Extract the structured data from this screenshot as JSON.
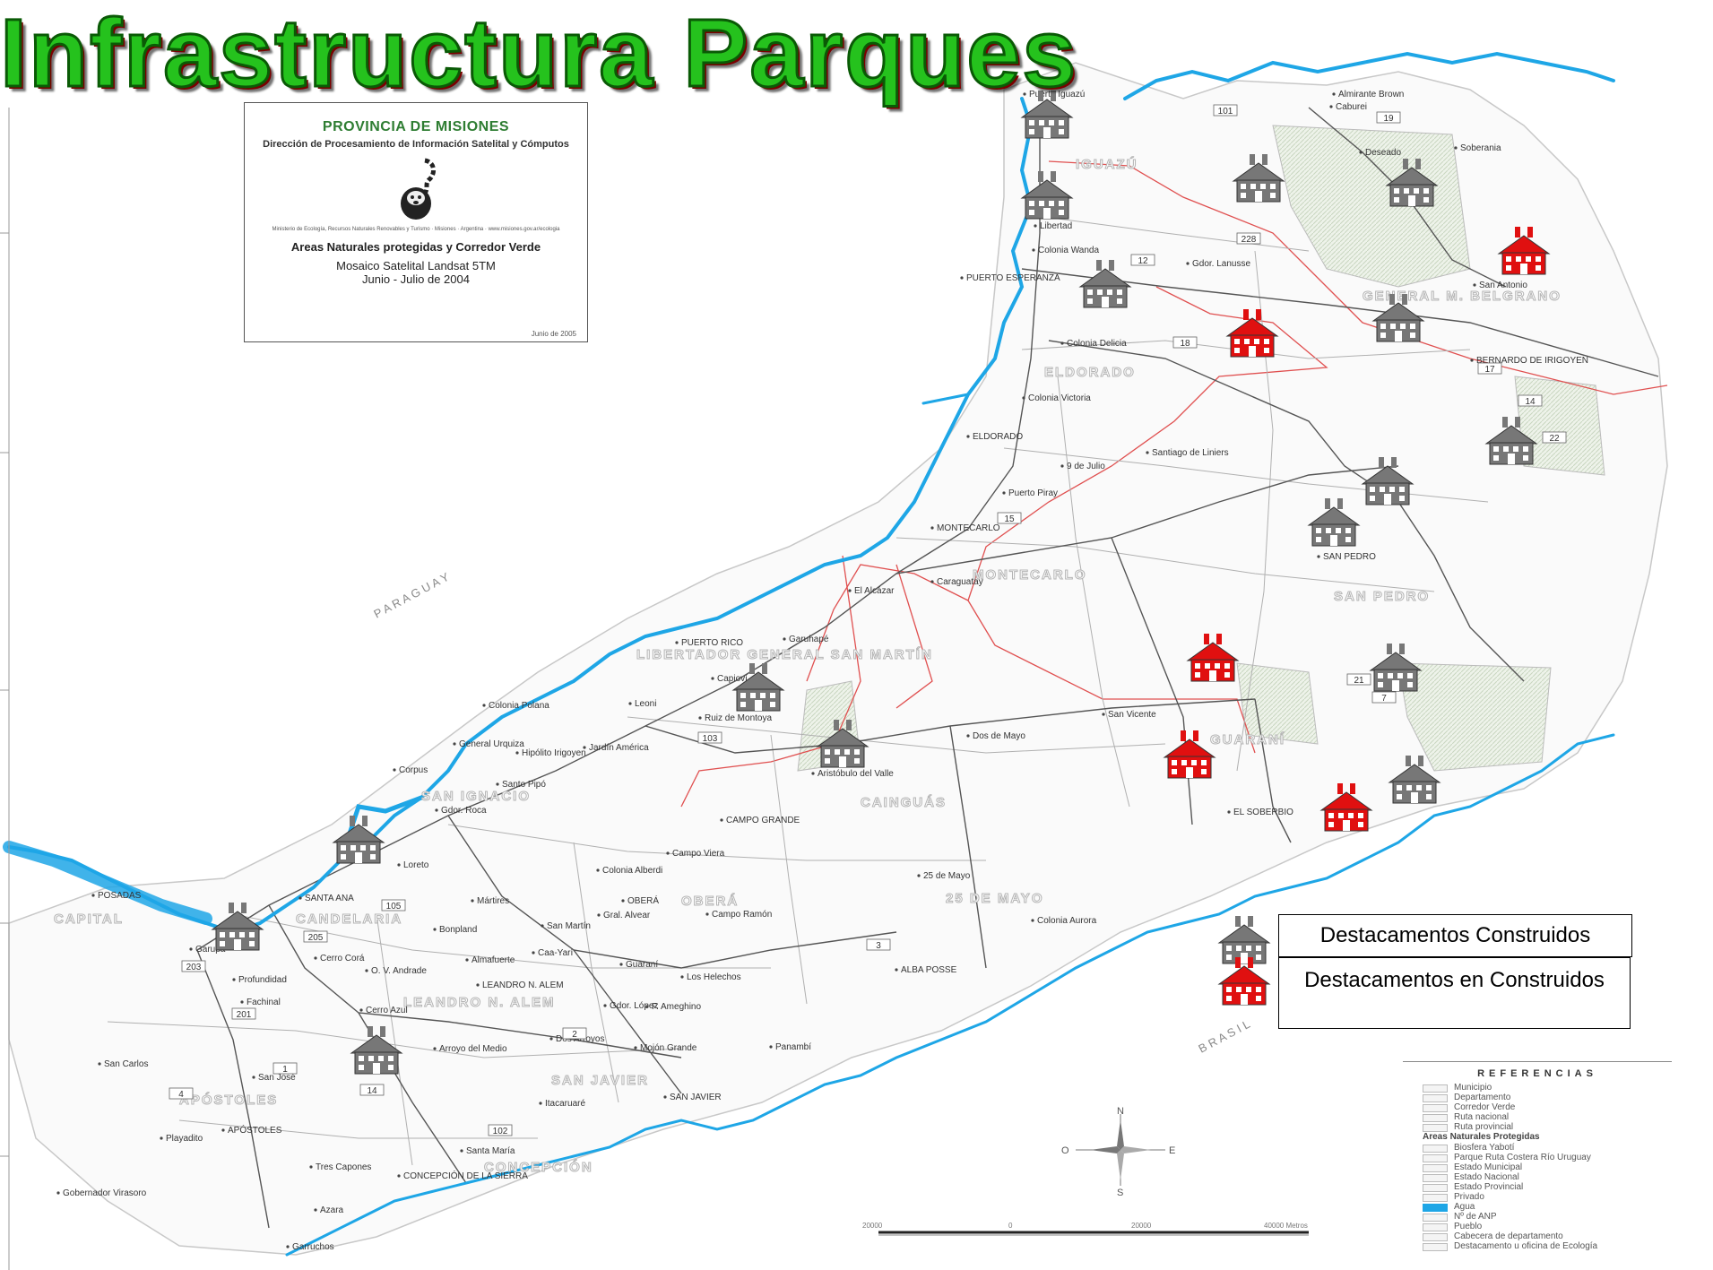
{
  "title": "Infrastructura Parques",
  "infobox": {
    "province": "PROVINCIA DE MISIONES",
    "direction": "Dirección de Procesamiento de Información Satelital y Cómputos",
    "ministry": "Ministerio de Ecología, Recursos Naturales Renovables y Turismo · Misiones · Argentina · www.misiones.gov.ar/ecologia",
    "areas": "Areas Naturales protegidas y Corredor Verde",
    "mosaic": "Mosaico Satelital Landsat 5TM",
    "period": "Junio - Julio de 2004",
    "date": "Junio de 2005"
  },
  "legend": {
    "built": "Destacamentos Construidos",
    "in_construction": "Destacamentos en Construidos"
  },
  "references": {
    "title": "REFERENCIAS",
    "items": [
      "Municipio",
      "Departamento",
      "Corredor Verde",
      "Ruta nacional",
      "Ruta provincial"
    ],
    "protected_header": "Areas Naturales Protegidas",
    "protected": [
      "Biosfera Yabotí",
      "Parque Ruta Costera Río Uruguay",
      "Estado Municipal",
      "Estado Nacional",
      "Estado Provincial",
      "Privado"
    ],
    "others": [
      "Agua",
      "Nº de ANP",
      "Pueblo",
      "Cabecera de departamento",
      "Destacamento u oficina de Ecología"
    ]
  },
  "compass": {
    "n": "N",
    "s": "S",
    "e": "E",
    "o": "O"
  },
  "scale": {
    "labels": [
      "20000",
      "0",
      "20000",
      "40000 Metros"
    ]
  },
  "country_labels": {
    "paraguay": "P A R A G U A Y",
    "brasil": "B R A S I L"
  },
  "towns": [
    {
      "name": "Puerto Iguazú"
    },
    {
      "name": "Libertad"
    },
    {
      "name": "Colonia Wanda"
    },
    {
      "name": "PUERTO ESPERANZA"
    },
    {
      "name": "Colonia Delicia"
    },
    {
      "name": "Colonia Victoria"
    },
    {
      "name": "ELDORADO"
    },
    {
      "name": "9 de Julio"
    },
    {
      "name": "Santiago de Liniers"
    },
    {
      "name": "Puerto Piray"
    },
    {
      "name": "MONTECARLO"
    },
    {
      "name": "Caraguatay"
    },
    {
      "name": "El Alcázar"
    },
    {
      "name": "PUERTO RICO"
    },
    {
      "name": "Garuhapé"
    },
    {
      "name": "Capioví"
    },
    {
      "name": "Ruiz de Montoya"
    },
    {
      "name": "Colonia Polana"
    },
    {
      "name": "Leoni"
    },
    {
      "name": "General Urquiza"
    },
    {
      "name": "Hipólito Irigoyen"
    },
    {
      "name": "Jardín América"
    },
    {
      "name": "Corpus"
    },
    {
      "name": "Santo Pipó"
    },
    {
      "name": "Aristóbulo del Valle"
    },
    {
      "name": "Dos de Mayo"
    },
    {
      "name": "San Vicente"
    },
    {
      "name": "CAMPO GRANDE"
    },
    {
      "name": "Gdor. Roca"
    },
    {
      "name": "Loreto"
    },
    {
      "name": "Campo Viera"
    },
    {
      "name": "Colonia Alberdi"
    },
    {
      "name": "POSADAS"
    },
    {
      "name": "SANTA ANA"
    },
    {
      "name": "Mártires"
    },
    {
      "name": "OBERÁ"
    },
    {
      "name": "Gral. Alvear"
    },
    {
      "name": "Campo Ramón"
    },
    {
      "name": "Garupá"
    },
    {
      "name": "Bonpland"
    },
    {
      "name": "San Martín"
    },
    {
      "name": "Cerro Corá"
    },
    {
      "name": "Caa-Yarí"
    },
    {
      "name": "Almafuerte"
    },
    {
      "name": "Guaraní"
    },
    {
      "name": "Los Helechos"
    },
    {
      "name": "Profundidad"
    },
    {
      "name": "O. V. Andrade"
    },
    {
      "name": "LEANDRO N. ALEM"
    },
    {
      "name": "Fachinal"
    },
    {
      "name": "Cerro Azul"
    },
    {
      "name": "Gdor. López"
    },
    {
      "name": "F. Ameghino"
    },
    {
      "name": "Arroyo del Medio"
    },
    {
      "name": "Dos Arroyos"
    },
    {
      "name": "Mojón Grande"
    },
    {
      "name": "Panambí"
    },
    {
      "name": "San Carlos"
    },
    {
      "name": "San José"
    },
    {
      "name": "SAN JAVIER"
    },
    {
      "name": "Itacaruaré"
    },
    {
      "name": "APÓSTOLES"
    },
    {
      "name": "Playadito"
    },
    {
      "name": "Santa María"
    },
    {
      "name": "Tres Capones"
    },
    {
      "name": "CONCEPCIÓN DE LA SIERRA"
    },
    {
      "name": "Gobernador Virasoro"
    },
    {
      "name": "Azara"
    },
    {
      "name": "Garruchos"
    },
    {
      "name": "ALBA POSSE"
    },
    {
      "name": "25 de Mayo"
    },
    {
      "name": "Colonia Aurora"
    },
    {
      "name": "EL SOBERBIO"
    },
    {
      "name": "SAN PEDRO"
    },
    {
      "name": "BERNARDO DE IRIGOYEN"
    },
    {
      "name": "San Antonio"
    },
    {
      "name": "Almirante Brown"
    },
    {
      "name": "Caburei"
    },
    {
      "name": "Deseado"
    },
    {
      "name": "Soberania"
    },
    {
      "name": "Gdor. Lanusse"
    }
  ],
  "departments": [
    {
      "name": "IGUAZÚ"
    },
    {
      "name": "GENERAL M. BELGRANO"
    },
    {
      "name": "ELDORADO"
    },
    {
      "name": "MONTECARLO"
    },
    {
      "name": "SAN PEDRO"
    },
    {
      "name": "LIBERTADOR GENERAL SAN MARTÍN"
    },
    {
      "name": "SAN IGNACIO"
    },
    {
      "name": "CAINGUÁS"
    },
    {
      "name": "GUARANÍ"
    },
    {
      "name": "OBERÁ"
    },
    {
      "name": "25 DE MAYO"
    },
    {
      "name": "CAPITAL"
    },
    {
      "name": "CANDELARIA"
    },
    {
      "name": "LEANDRO N. ALEM"
    },
    {
      "name": "APÓSTOLES"
    },
    {
      "name": "SAN JAVIER"
    },
    {
      "name": "CONCEPCIÓN"
    }
  ],
  "route_numbers": [
    "101",
    "19",
    "12",
    "228",
    "18",
    "17",
    "14",
    "22",
    "15",
    "21",
    "7",
    "103",
    "3",
    "105",
    "205",
    "203",
    "201",
    "1",
    "14",
    "4",
    "2",
    "102"
  ],
  "stations_built": [
    {
      "label": "destacamento construido"
    },
    {
      "label": "destacamento construido"
    },
    {
      "label": "destacamento construido"
    },
    {
      "label": "destacamento construido"
    },
    {
      "label": "destacamento construido"
    },
    {
      "label": "destacamento construido"
    },
    {
      "label": "destacamento construido"
    },
    {
      "label": "destacamento construido"
    },
    {
      "label": "destacamento construido"
    },
    {
      "label": "destacamento construido"
    },
    {
      "label": "destacamento construido"
    },
    {
      "label": "destacamento construido"
    },
    {
      "label": "destacamento construido"
    },
    {
      "label": "destacamento construido"
    },
    {
      "label": "destacamento construido"
    },
    {
      "label": "destacamento construido"
    }
  ],
  "stations_in_construction": [
    {
      "label": "destacamento en construcción"
    },
    {
      "label": "destacamento en construcción"
    },
    {
      "label": "destacamento en construcción"
    },
    {
      "label": "destacamento en construcción"
    },
    {
      "label": "destacamento en construcción"
    }
  ],
  "colors": {
    "water": "#1ea6e6",
    "red_line": "#e05050",
    "built": "#777777",
    "construction": "#e01010",
    "title": "#25c21d"
  }
}
